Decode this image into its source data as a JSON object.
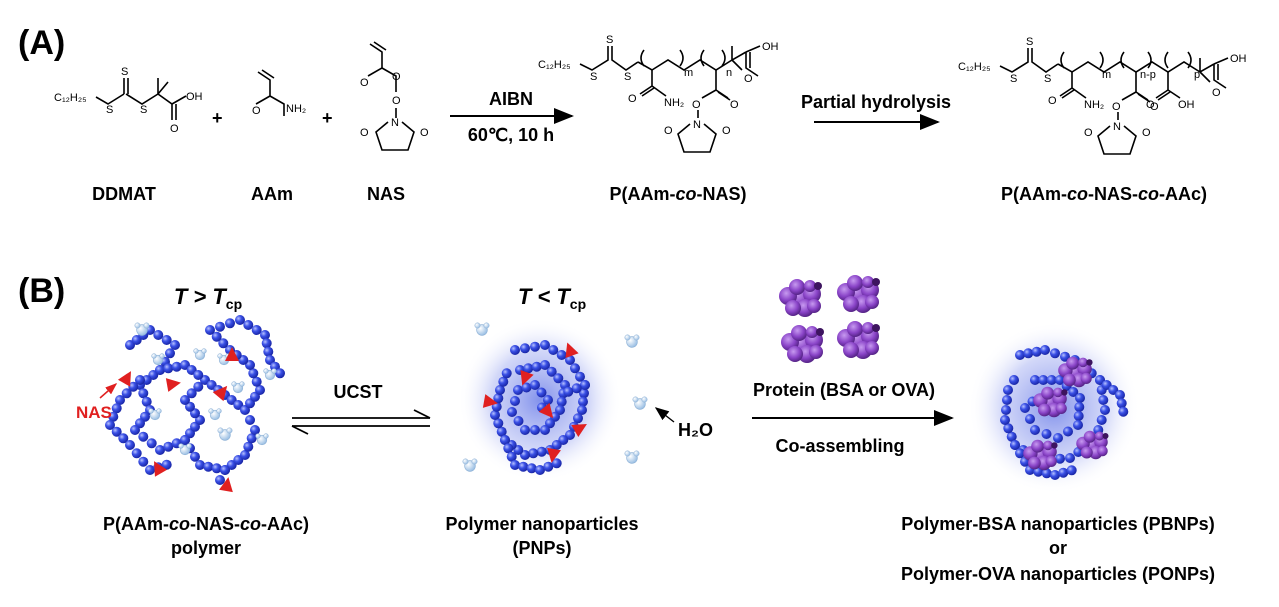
{
  "section_a": {
    "label": "(A)",
    "ddmat": "DDMAT",
    "aam": "AAm",
    "nas": "NAS",
    "plus": "+",
    "reaction1_top": "AIBN",
    "reaction1_bottom": "60℃, 10 h",
    "product1_prefix": "P(AAm-",
    "product1_co": "co",
    "product1_suffix": "-NAS)",
    "reaction2_top": "Partial hydrolysis",
    "product2_prefix": "P(AAm-",
    "product2_co1": "co",
    "product2_mid": "-NAS-",
    "product2_co2": "co",
    "product2_suffix": "-AAc)",
    "atoms": {
      "c12h25": "C₁₂H₂₅",
      "s": "S",
      "oh": "OH",
      "o": "O",
      "nh2": "NH₂",
      "n": "N",
      "m": "m",
      "n_index": "n",
      "n_minus_p": "n-p",
      "p": "p"
    }
  },
  "section_b": {
    "label": "(B)",
    "t_gt": "T > T",
    "t_lt": "T < T",
    "t_sub": "cp",
    "nas_label": "NAS",
    "ucst": "UCST",
    "h2o": "H₂O",
    "protein": "Protein (BSA or OVA)",
    "coassembling": "Co-assembling",
    "polymer_line1_prefix": "P(AAm-",
    "polymer_line1_co1": "co",
    "polymer_line1_mid": "-NAS-",
    "polymer_line1_co2": "co",
    "polymer_line1_suffix": "-AAc)",
    "polymer_line2": "polymer",
    "pnp_line1": "Polymer nanoparticles",
    "pnp_line2": "(PNPs)",
    "pbnp_line1": "Polymer-BSA nanoparticles (PBNPs)",
    "pbnp_line2": "or",
    "pbnp_line3": "Polymer-OVA nanoparticles (PONPs)"
  },
  "colors": {
    "bead": "#2f43d6",
    "bead_highlight": "#9aa8ff",
    "nas_marker": "#e02020",
    "water": "#b9d4ee",
    "protein": "#8a44c8",
    "glow": "#8a96f0",
    "nas_text": "#e02020"
  }
}
